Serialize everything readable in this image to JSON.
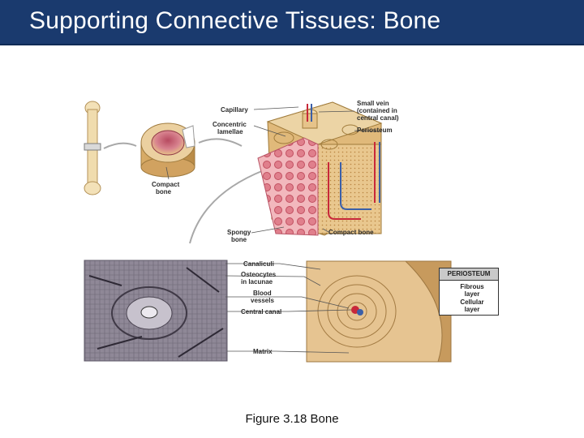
{
  "title": "Supporting Connective Tissues: Bone",
  "caption": "Figure 3.18  Bone",
  "labels": {
    "capillary": "Capillary",
    "concentric_lamellae_1": "Concentric",
    "concentric_lamellae_2": "lamellae",
    "small_vein_1": "Small vein",
    "small_vein_2": "(contained in",
    "small_vein_3": "central canal)",
    "periosteum": "Periosteum",
    "compact_bone_small_1": "Compact",
    "compact_bone_small_2": "bone",
    "spongy_bone_1": "Spongy",
    "spongy_bone_2": "bone",
    "compact_bone": "Compact bone",
    "canaliculi": "Canaliculi",
    "osteocytes_1": "Osteocytes",
    "osteocytes_2": "in lacunae",
    "blood_vessels_1": "Blood",
    "blood_vessels_2": "vessels",
    "central_canal": "Central canal",
    "matrix": "Matrix"
  },
  "periosteum_box": {
    "header": "PERIOSTEUM",
    "fibrous_1": "Fibrous",
    "fibrous_2": "layer",
    "cellular_1": "Cellular",
    "cellular_2": "layer"
  },
  "colors": {
    "title_bar": "#1a3a6e",
    "bone_tan": "#e8c98f",
    "marrow_red": "#c75a6a",
    "vessel_red": "#c8283a",
    "vessel_blue": "#3b5fa8"
  }
}
